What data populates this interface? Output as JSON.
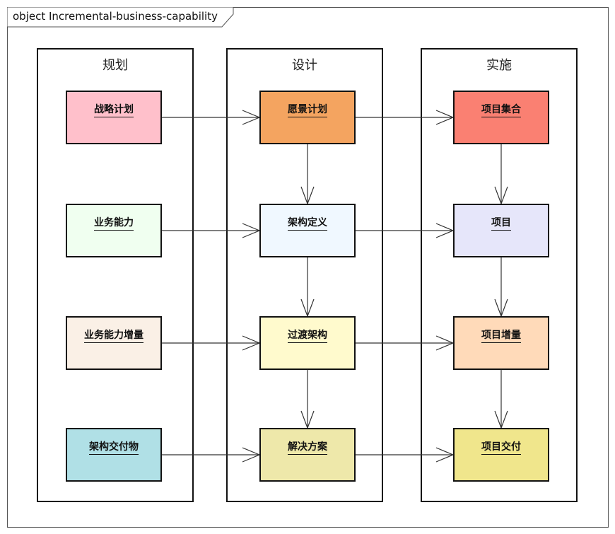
{
  "title": "object Incremental-business-capability",
  "lanes": [
    {
      "id": "planning",
      "label": "规划"
    },
    {
      "id": "design",
      "label": "设计"
    },
    {
      "id": "implementation",
      "label": "实施"
    }
  ],
  "nodes": {
    "strategic_plan": {
      "label": "战略计划",
      "color": "#FFC0CB"
    },
    "business_capability": {
      "label": "业务能力",
      "color": "#F0FFF0"
    },
    "capability_increment": {
      "label": "业务能力增量",
      "color": "#FAF0E6"
    },
    "arch_deliverable": {
      "label": "架构交付物",
      "color": "#B0E0E6"
    },
    "vision_plan": {
      "label": "愿景计划",
      "color": "#F4A460"
    },
    "arch_definition": {
      "label": "架构定义",
      "color": "#F0F8FF"
    },
    "transition_arch": {
      "label": "过渡架构",
      "color": "#FFFACD"
    },
    "solution": {
      "label": "解决方案",
      "color": "#EEE8AA"
    },
    "project_portfolio": {
      "label": "项目集合",
      "color": "#FA8072"
    },
    "project": {
      "label": "项目",
      "color": "#E6E6FA"
    },
    "project_increment": {
      "label": "项目增量",
      "color": "#FFDAB9"
    },
    "project_delivery": {
      "label": "项目交付",
      "color": "#F0E68C"
    }
  },
  "edges": [
    [
      "strategic_plan",
      "vision_plan"
    ],
    [
      "business_capability",
      "arch_definition"
    ],
    [
      "capability_increment",
      "transition_arch"
    ],
    [
      "arch_deliverable",
      "solution"
    ],
    [
      "vision_plan",
      "project_portfolio"
    ],
    [
      "arch_definition",
      "project"
    ],
    [
      "transition_arch",
      "project_increment"
    ],
    [
      "solution",
      "project_delivery"
    ],
    [
      "vision_plan",
      "arch_definition"
    ],
    [
      "arch_definition",
      "transition_arch"
    ],
    [
      "transition_arch",
      "solution"
    ],
    [
      "project_portfolio",
      "project"
    ],
    [
      "project",
      "project_increment"
    ],
    [
      "project_increment",
      "project_delivery"
    ]
  ]
}
